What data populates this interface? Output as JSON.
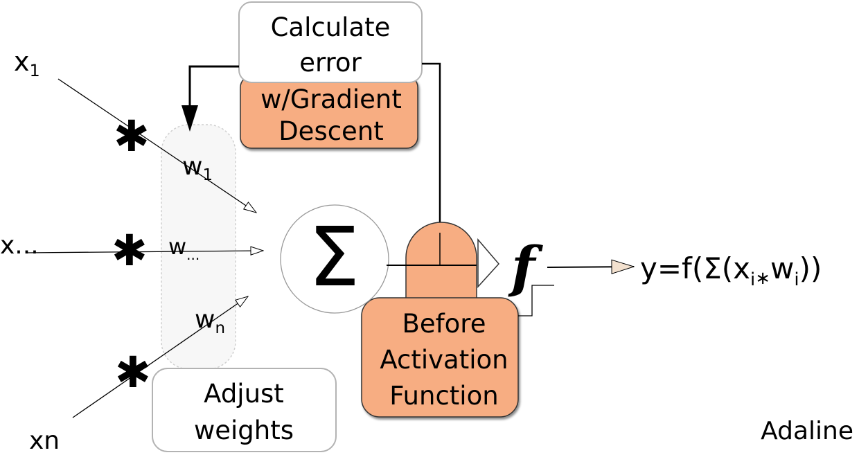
{
  "inputs": {
    "x1": {
      "main": "x",
      "sub": "1"
    },
    "xmid": {
      "main": "x..."
    },
    "xn": {
      "main": "xn"
    }
  },
  "weights": {
    "w1": {
      "main": "w",
      "sub": "1"
    },
    "wmid": {
      "main": "w",
      "sub": "..."
    },
    "wn": {
      "main": "w",
      "sub": "n"
    }
  },
  "multiply_symbol": "✱",
  "sum_symbol": "Σ",
  "activation_symbol": "f",
  "boxes": {
    "calculate_error": [
      "Calculate",
      "error"
    ],
    "gradient_descent": [
      "w/Gradient",
      "Descent"
    ],
    "adjust_weights": [
      "Adjust",
      "weights"
    ],
    "before_activation": [
      "Before",
      "Activation",
      "Function"
    ]
  },
  "output": {
    "prefix": "y=f(Σ(x",
    "sub1": "i",
    "mid": "∗",
    "w": "w",
    "sub2": "i",
    "suffix": "))"
  },
  "model_label": "Adaline",
  "colors": {
    "orange_fill": "#f7ad82",
    "panel_fill": "#f7f7f7",
    "line": "#000000"
  }
}
